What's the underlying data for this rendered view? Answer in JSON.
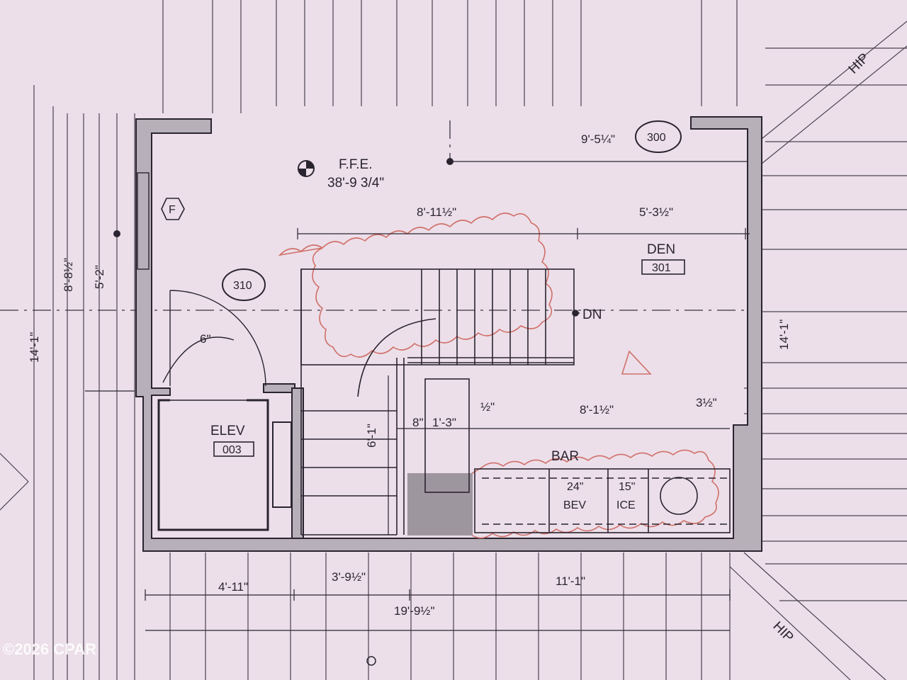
{
  "plan": {
    "ffe": {
      "label": "F.F.E.",
      "value": "38'-9 3/4\""
    },
    "rooms": {
      "den": {
        "name": "DEN",
        "number": "301"
      },
      "elevator": {
        "name": "ELEV",
        "number": "003"
      },
      "bar": {
        "name": "BAR"
      }
    },
    "tags": {
      "tag_300": "300",
      "tag_310": "310",
      "fire": "F"
    },
    "stair": {
      "direction": "DN"
    },
    "appliances": {
      "bev_width": "24\"",
      "bev_label": "BEV",
      "ice_width": "15\"",
      "ice_label": "ICE"
    },
    "dimensions": {
      "top_right": "9'-5¼\"",
      "upper_left": "8'-11½\"",
      "upper_right": "5'-3½\"",
      "mid_bar": "8'-1½\"",
      "mid_small": "3½\"",
      "stair_small": "8\"",
      "stair_1_3": "1'-3\"",
      "stair_half": "½\"",
      "door_swing": "6\"",
      "left_a": "5'-2\"",
      "left_b": "8'-8½\"",
      "left_c": "14'-1\"",
      "bottom_a": "4'-11\"",
      "bottom_b": "3'-9½\"",
      "bottom_c": "11'-1\"",
      "bottom_total": "19'-9½\"",
      "right_side": "14'-1\"",
      "stair_vert": "6'-1\""
    },
    "hip_labels": [
      "HIP",
      "HIP"
    ],
    "watermark": "©2026 CPAR"
  },
  "colors": {
    "background": "#ecdfe9",
    "wall_fill": "#b8b0b8",
    "line": "#2a2430",
    "cloud": "#d0706a"
  }
}
